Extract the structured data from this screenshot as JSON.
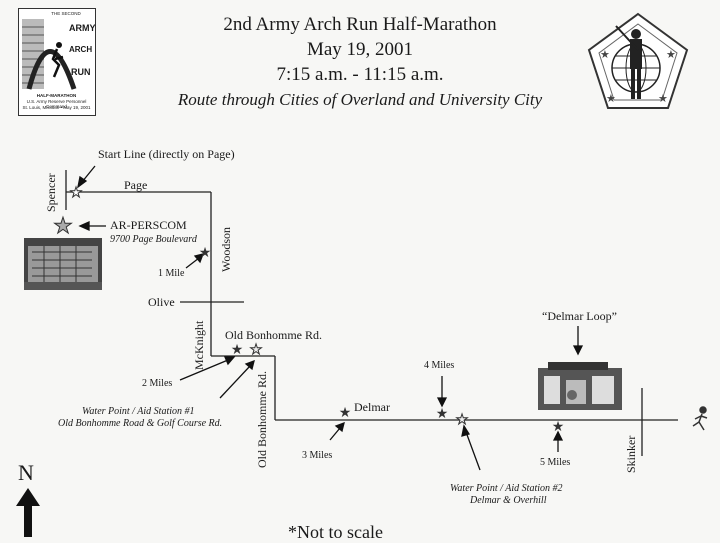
{
  "header": {
    "title_line1": "2nd Army Arch Run Half-Marathon",
    "title_line2": "May 19, 2001",
    "title_line3": "7:15 a.m. - 11:15 a.m.",
    "subtitle": "Route through Cities of Overland and University City"
  },
  "logo": {
    "top_small": "THE SECOND",
    "word_army": "ARMY",
    "word_arch": "ARCH",
    "word_run": "RUN",
    "half": "HALF-MARATHON",
    "line1": "U.S. Army Reserve Personnel Command",
    "line2": "St. Louis, Missouri • May 19, 2001"
  },
  "streets": {
    "spencer": "Spencer",
    "page": "Page",
    "woodson": "Woodson",
    "olive": "Olive",
    "mcknight": "McKnight",
    "old_bonhomme_h": "Old Bonhomme Rd.",
    "old_bonhomme_v": "Old Bonhomme Rd.",
    "delmar": "Delmar",
    "skinker": "Skinker"
  },
  "labels": {
    "start_line": "Start Line (directly on Page)",
    "ar_perscom": "AR-PERSCOM",
    "ar_address": "9700 Page Boulevard",
    "mile1": "1 Mile",
    "mile2": "2 Miles",
    "mile3": "3 Miles",
    "mile4": "4 Miles",
    "mile5": "5 Miles",
    "water1_l1": "Water Point / Aid Station #1",
    "water1_l2": "Old Bonhomme Road & Golf Course Rd.",
    "water2_l1": "Water Point / Aid Station #2",
    "water2_l2": "Delmar & Overhill",
    "delmar_loop": "“Delmar Loop”",
    "north": "N",
    "not_to_scale": "*Not to scale"
  },
  "icons": {
    "start": "start-star-icon",
    "mile": "mile-star-icon",
    "water": "water-star-icon",
    "runner": "runner-icon",
    "north_arrow": "north-arrow-icon",
    "emblem": "soldier-emblem-icon"
  }
}
